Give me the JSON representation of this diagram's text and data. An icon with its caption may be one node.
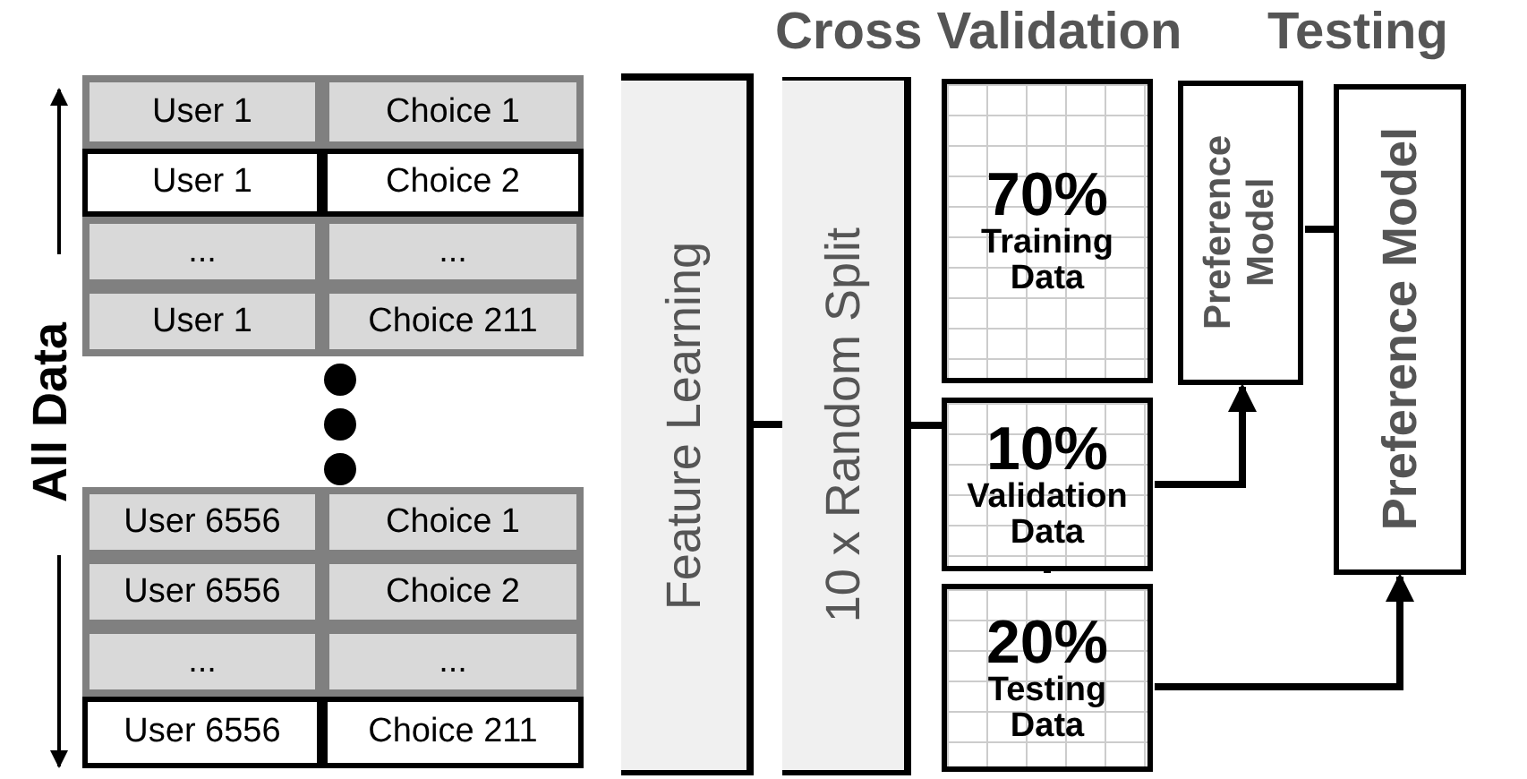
{
  "diagram": {
    "nodes": [
      {
        "text": [
          "Feature Learning"
        ]
      },
      {
        "text": [
          "10 x Random Split"
        ]
      },
      {
        "text": [
          "70%",
          "Training Data"
        ]
      },
      {
        "text": [
          "10%",
          "Validation Data"
        ]
      },
      {
        "text": [
          "20%",
          "Testing Data"
        ]
      },
      {
        "text": [
          "Preference Model"
        ]
      },
      {
        "text": [
          "Preference Model"
        ]
      }
    ],
    "edges": [
      {
        "from": 0,
        "to": 1,
        "arrow": "none"
      },
      {
        "from": 1,
        "to": 3,
        "arrow": "none"
      },
      {
        "from": 3,
        "to": 5,
        "arrow": "to"
      },
      {
        "from": 4,
        "to": 6,
        "arrow": "to"
      },
      {
        "from": 5,
        "to": 6,
        "arrow": "none"
      }
    ],
    "labels": [
      "Cross Validation",
      "Testing",
      "All Data",
      "User 1",
      "Choice 1",
      "User 1",
      "Choice 2",
      "...",
      "...",
      "User 1",
      "Choice 211",
      "User 6556",
      "Choice 1",
      "User 6556",
      "Choice 2",
      "...",
      "...",
      "User 6556",
      "Choice 211"
    ]
  }
}
